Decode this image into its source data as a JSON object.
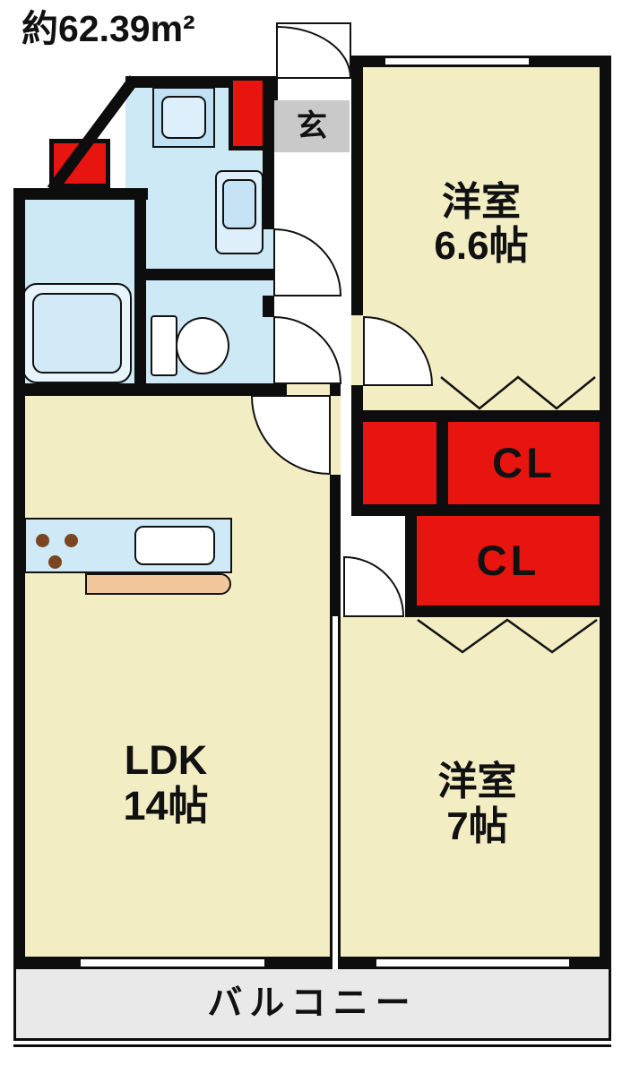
{
  "title": "約62.39m²",
  "floorplan": {
    "entrance_label": "玄",
    "room_west1": {
      "name": "洋室",
      "size": "6.6帖"
    },
    "closet1_label": "CL",
    "closet2_label": "CL",
    "ldk": {
      "name": "LDK",
      "size": "14帖"
    },
    "room_west2": {
      "name": "洋室",
      "size": "7帖"
    },
    "balcony_label": "バルコニー"
  },
  "colors": {
    "wall": "#0d0d0d",
    "room_fill": "#f3edc4",
    "water_fill": "#cde9f6",
    "closet_red": "#e8140f",
    "label_bg": "#c9c9c9",
    "balcony_fill": "#e9e9e9",
    "counter_wood": "#f3c79c"
  }
}
